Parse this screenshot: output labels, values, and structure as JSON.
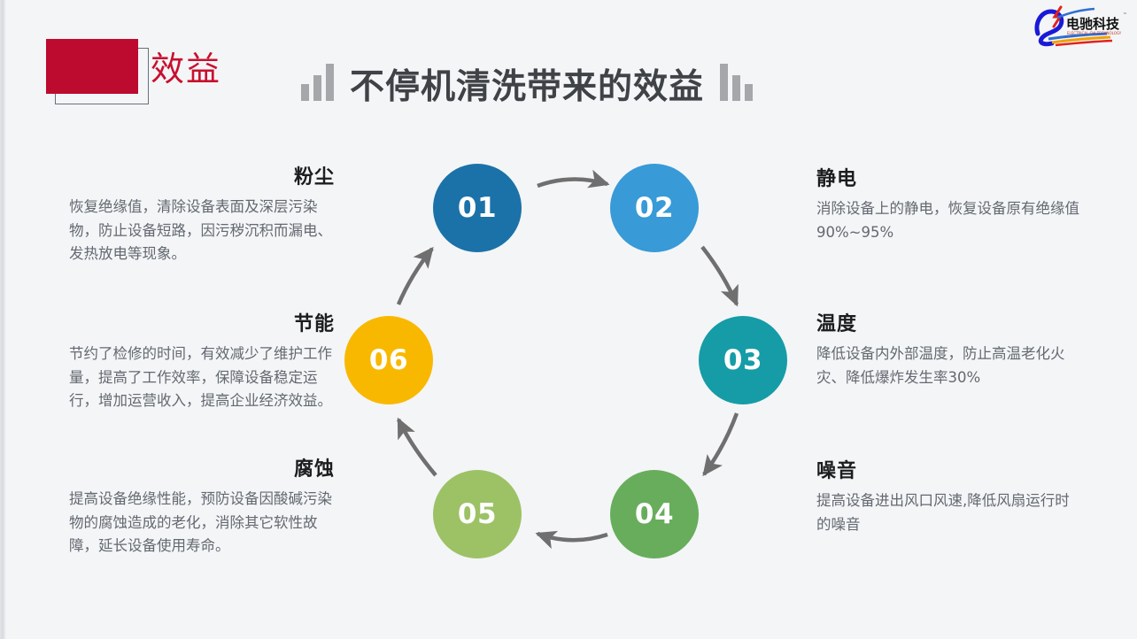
{
  "header": {
    "badge_label": "效益",
    "badge_color": "#bd0a2f",
    "title": "不停机清洗带来的效益",
    "title_color": "#3f4246",
    "decor_left": "bar-chart-ascending",
    "decor_right": "bar-chart-descending"
  },
  "logo": {
    "name_cn": "电驰科技",
    "name_en": "ELECTRICAL CHI TECHNOLOGY",
    "trademark": "™"
  },
  "cycle": {
    "nodes": [
      {
        "number": "01",
        "color": "#1b72a8",
        "topic": "粉尘"
      },
      {
        "number": "02",
        "color": "#389ad7",
        "topic": "静电"
      },
      {
        "number": "03",
        "color": "#169ca6",
        "topic": "温度"
      },
      {
        "number": "04",
        "color": "#68ad5c",
        "topic": "噪音"
      },
      {
        "number": "05",
        "color": "#9cc265",
        "topic": "腐蚀"
      },
      {
        "number": "06",
        "color": "#f9b800",
        "topic": "节能"
      }
    ],
    "arrow_color": "#6f6f6f"
  },
  "blocks": {
    "dust": {
      "title": "粉尘",
      "body": "恢复绝缘值，清除设备表面及深层污染物，防止设备短路，因污秽沉积而漏电、发热放电等现象。"
    },
    "energy": {
      "title": "节能",
      "body": "节约了检修的时间，有效减少了维护工作量，提高了工作效率，保障设备稳定运行，增加运营收入，提高企业经济效益。"
    },
    "corrosion": {
      "title": "腐蚀",
      "body": "提高设备绝缘性能，预防设备因酸碱污染物的腐蚀造成的老化，消除其它软性故障，延长设备使用寿命。"
    },
    "static": {
      "title": "静电",
      "body": "消除设备上的静电，恢复设备原有绝缘值90%~95%"
    },
    "temperature": {
      "title": "温度",
      "body": "降低设备内外部温度，防止高温老化火灾、降低爆炸发生率30%"
    },
    "noise": {
      "title": "噪音",
      "body": "提高设备进出风口风速,降低风扇运行时的噪音"
    }
  }
}
